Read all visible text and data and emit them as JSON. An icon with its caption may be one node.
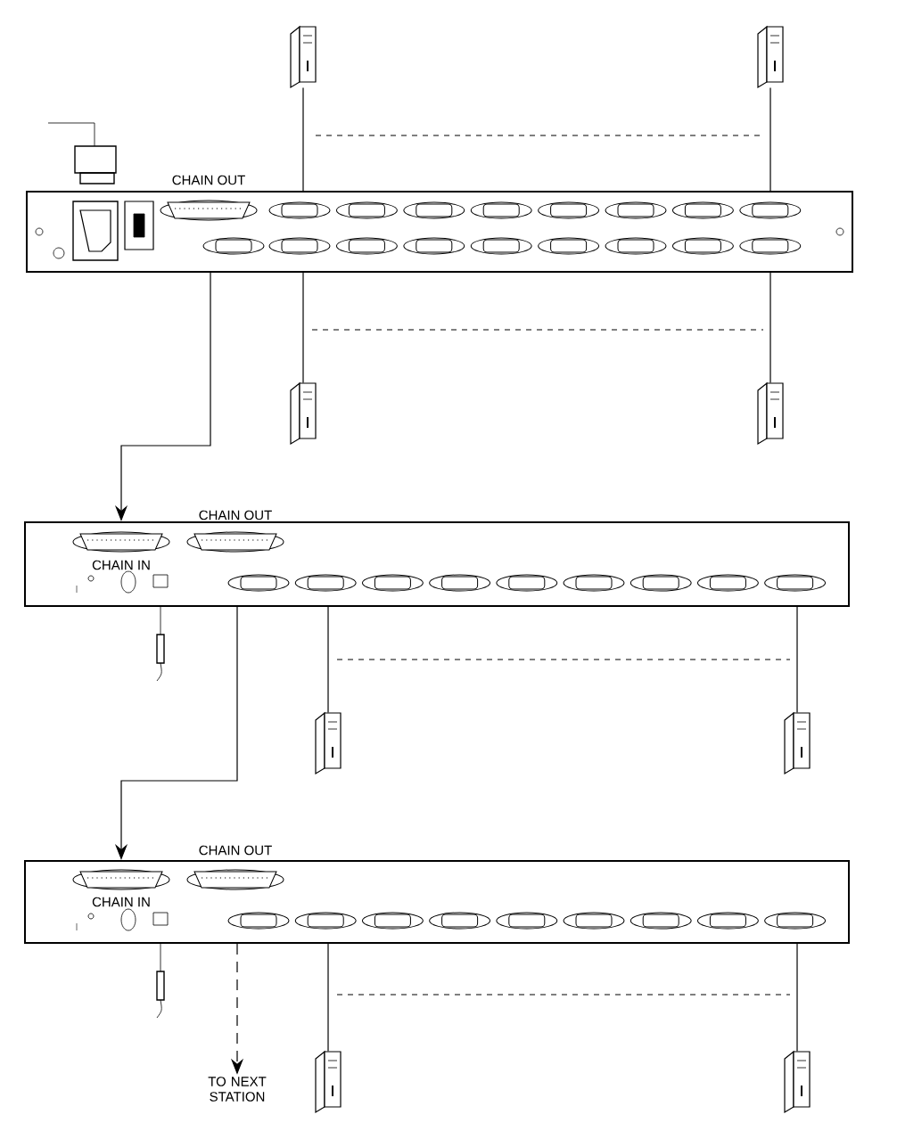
{
  "diagram": {
    "nodes": [
      {
        "text": [
          "CHAIN OUT"
        ]
      },
      {
        "text": [
          "CHAIN OUT",
          "CHAIN IN"
        ]
      },
      {
        "text": [
          "CHAIN OUT",
          "CHAIN IN"
        ]
      },
      {
        "text": [
          "TO NEXT STATION"
        ]
      },
      {
        "text": [],
        "shape": "computer"
      },
      {
        "text": [],
        "shape": "computer"
      },
      {
        "text": [],
        "shape": "computer"
      },
      {
        "text": [],
        "shape": "computer"
      },
      {
        "text": [],
        "shape": "computer"
      },
      {
        "text": [],
        "shape": "computer"
      },
      {
        "text": [],
        "shape": "computer"
      },
      {
        "text": [],
        "shape": "computer"
      }
    ],
    "edges": [
      {
        "from": 0,
        "to": 1,
        "arrow": "to"
      },
      {
        "from": 1,
        "to": 2,
        "arrow": "to"
      },
      {
        "from": 2,
        "to": 3,
        "arrow": "to",
        "style": "dashed"
      },
      {
        "from": 4,
        "to": 0,
        "arrow": "none"
      },
      {
        "from": 5,
        "to": 0,
        "arrow": "none"
      },
      {
        "from": 6,
        "to": 0,
        "arrow": "none"
      },
      {
        "from": 7,
        "to": 0,
        "arrow": "none"
      },
      {
        "from": 8,
        "to": 1,
        "arrow": "none"
      },
      {
        "from": 9,
        "to": 1,
        "arrow": "none"
      },
      {
        "from": 10,
        "to": 2,
        "arrow": "none"
      },
      {
        "from": 11,
        "to": 2,
        "arrow": "none"
      }
    ]
  }
}
